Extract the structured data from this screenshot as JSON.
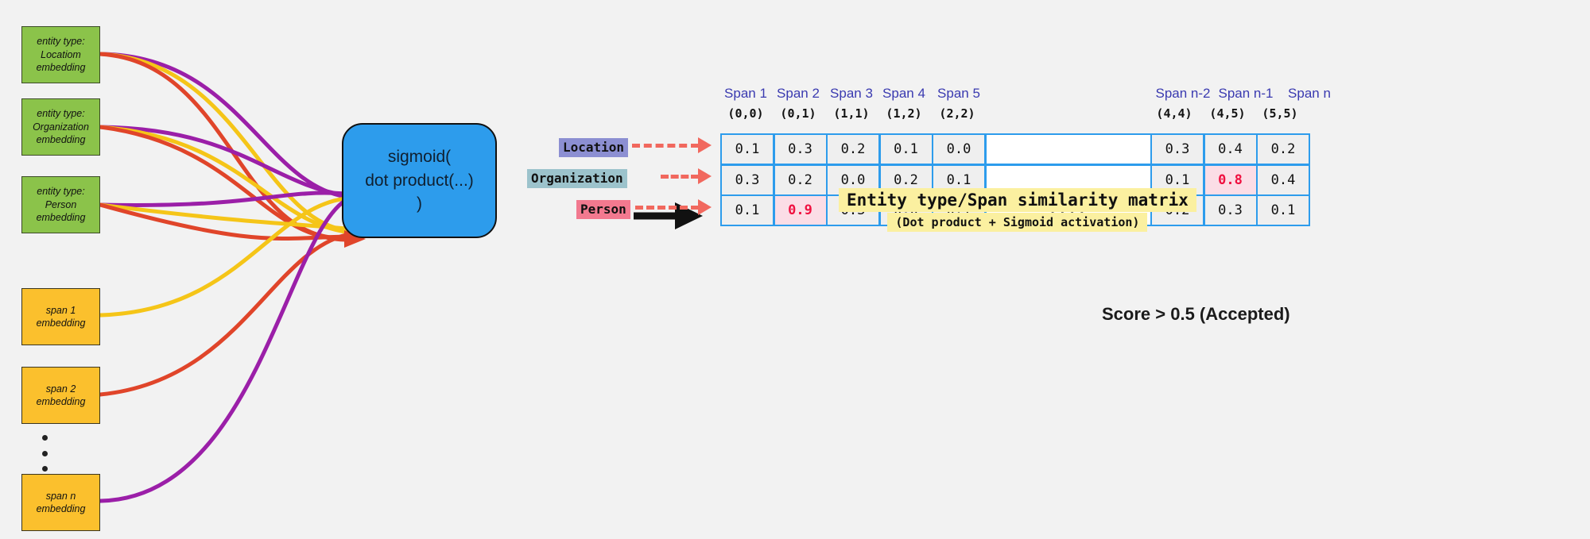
{
  "diagram": {
    "title_callout": {
      "line1": "Entity type/Span similarity matrix",
      "line2": "(Dot product + Sigmoid activation)",
      "highlight_color": "#fbf0a0"
    },
    "score_note": "Score > 0.5 (Accepted)"
  },
  "entity_boxes": [
    {
      "line1": "entity type:",
      "line2": "Locatiom",
      "line3": "embedding",
      "color": "#8bc34a"
    },
    {
      "line1": "entity type:",
      "line2": "Organization",
      "line3": "embedding",
      "color": "#8bc34a"
    },
    {
      "line1": "entity type:",
      "line2": "Person",
      "line3": "embedding",
      "color": "#8bc34a"
    }
  ],
  "span_boxes": [
    {
      "line1": "span 1",
      "line2": "embedding",
      "color": "#fbc02d"
    },
    {
      "line1": "span 2",
      "line2": "embedding",
      "color": "#fbc02d"
    },
    {
      "line1": "span n",
      "line2": "embedding",
      "color": "#fbc02d"
    }
  ],
  "sigmoid_node": {
    "line1": "sigmoid(",
    "line2": "dot product(...)",
    "line3": ")",
    "color": "#2d9cec"
  },
  "matrix": {
    "border_color": "#2d9cec",
    "span_headers": [
      "Span 1",
      "Span 2",
      "Span 3",
      "Span 4",
      "Span 5",
      "Span n-2",
      "Span n-1",
      "Span n"
    ],
    "coord_headers": [
      "(0,0)",
      "(0,1)",
      "(1,1)",
      "(1,2)",
      "(2,2)",
      "(4,4)",
      "(4,5)",
      "(5,5)"
    ],
    "ellipsis_cell": "....",
    "row_labels": [
      {
        "text": "Location",
        "chip_color": "#8c8fd2"
      },
      {
        "text": "Organization",
        "chip_color": "#9cc3cc"
      },
      {
        "text": "Person",
        "chip_color": "#f2798f"
      }
    ],
    "rows": [
      {
        "left": [
          "0.1",
          "0.3",
          "0.2",
          "0.1",
          "0.0"
        ],
        "right": [
          "0.3",
          "0.4",
          "0.2"
        ],
        "highlight_left": [],
        "highlight_right": []
      },
      {
        "left": [
          "0.3",
          "0.2",
          "0.0",
          "0.2",
          "0.1"
        ],
        "right": [
          "0.1",
          "0.8",
          "0.4"
        ],
        "highlight_left": [],
        "highlight_right": [
          1
        ]
      },
      {
        "left": [
          "0.1",
          "0.9",
          "0.3",
          "0.0",
          "0.1"
        ],
        "right": [
          "0.2",
          "0.3",
          "0.1"
        ],
        "highlight_left": [
          1
        ],
        "highlight_right": []
      }
    ],
    "highlight_text_color": "#f01040",
    "highlight_bg_color": "#fbdde6"
  },
  "link_colors": {
    "purple": "#9b1fa8",
    "gold": "#f5c518",
    "orange": "#e0452a",
    "black_arrow": "#111111",
    "dashed_arrow": "#f1685e"
  }
}
